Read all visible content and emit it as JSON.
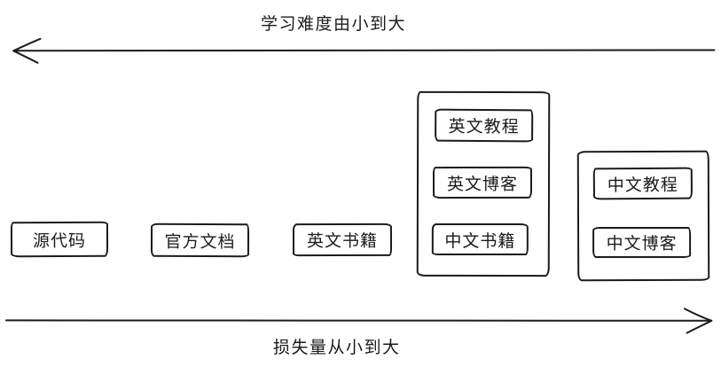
{
  "diagram": {
    "top_axis": {
      "label": "学习难度由小到大",
      "direction": "left"
    },
    "bottom_axis": {
      "label": "损失量从小到大",
      "direction": "right"
    },
    "standalone_nodes": [
      {
        "id": "source-code",
        "label": "源代码"
      },
      {
        "id": "official-docs",
        "label": "官方文档"
      },
      {
        "id": "english-books",
        "label": "英文书籍"
      }
    ],
    "groups": [
      {
        "id": "english-resources",
        "items": [
          {
            "label": "英文教程"
          },
          {
            "label": "英文博客"
          },
          {
            "label": "中文书籍"
          }
        ]
      },
      {
        "id": "chinese-resources",
        "items": [
          {
            "label": "中文教程"
          },
          {
            "label": "中文博客"
          }
        ]
      }
    ],
    "colors": {
      "stroke": "#1b1b1b",
      "background": "#ffffff"
    }
  }
}
